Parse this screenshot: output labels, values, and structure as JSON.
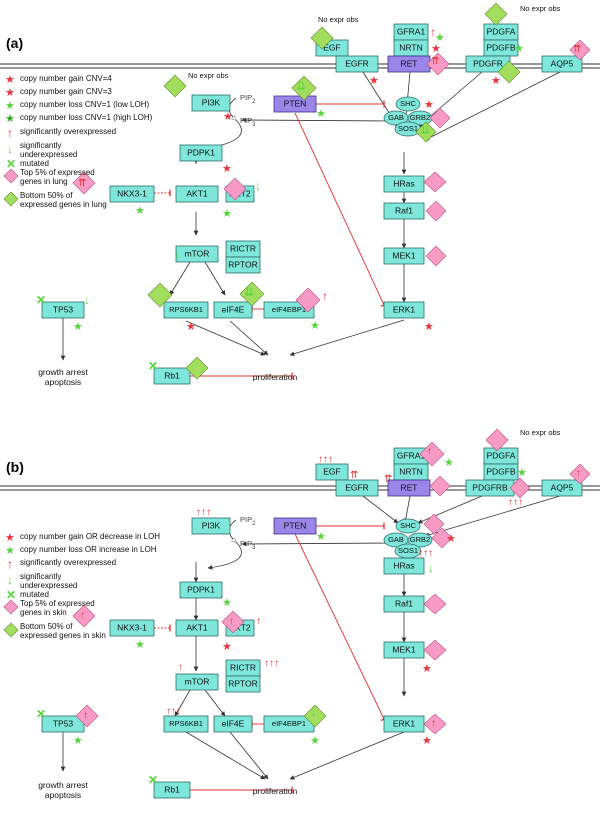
{
  "colors": {
    "node_fill": "#7fe6dc",
    "node_stroke": "#2b6f6a",
    "purple_fill": "#9a86e8",
    "membrane": "#777777",
    "inhibit_red": "#e03030",
    "gain_red": "#e8343c",
    "loss_green": "#57d63c",
    "pink_diamond": "#f79bc4",
    "green_diamond": "#a3dd5d"
  },
  "panels": [
    {
      "label": "(a)",
      "no_expr_left": "No expr obs",
      "no_expr_top_left": "No expr obs",
      "no_expr_top_right": "No expr obs",
      "legend": [
        {
          "icon": "red-star-icon",
          "text": "copy number gain CNV=4"
        },
        {
          "icon": "red-star-icon",
          "text": "copy number gain CNV=3"
        },
        {
          "icon": "green-star-icon",
          "text": "copy number loss CNV=1 (low LOH)"
        },
        {
          "icon": "green-star-dark-icon",
          "text": "copy number loss CNV=1 (high LOH)"
        },
        {
          "icon": "red-up-arrow-icon",
          "text": "significantly overexpressed"
        },
        {
          "icon": "green-down-arrow-icon",
          "text": "significantly underexpressed"
        },
        {
          "icon": "green-x-icon",
          "text": "mutated"
        },
        {
          "icon": "pink-diamond-icon",
          "text": "Top 5% of expressed genes in lung"
        },
        {
          "icon": "green-diamond-icon",
          "text": "Bottom 50% of expressed genes in lung"
        }
      ],
      "nodes": {
        "egf": "EGF",
        "egfr": "EGFR",
        "ret": "RET",
        "gfra1": "GFRA1",
        "nrtn": "NRTN",
        "pdgfa": "PDGFA",
        "pdgfb": "PDGFB",
        "pdgfr": "PDGFR",
        "aqp5": "AQP5",
        "pi3k": "PI3K",
        "pten": "PTEN",
        "pip2": "PIP2",
        "pip3": "PIP3",
        "shc": "SHC",
        "gab": "GAB",
        "grb2": "GRB2",
        "sos1": "SOS1",
        "pdpk1": "PDPK1",
        "hras": "HRas",
        "nkx31": "NKX3-1",
        "akt1": "AKT1",
        "akt2": "AKT2",
        "raf1": "Raf1",
        "mek1": "MEK1",
        "mtor": "mTOR",
        "rictr": "RICTR",
        "rptor": "RPTOR",
        "tp53": "TP53",
        "rps6kb1": "RPS6KB1",
        "eif4e": "eIF4E",
        "eif4ebp1": "eIF4EBP1",
        "erk1": "ERK1",
        "rb1": "Rb1",
        "proliferation": "proliferation",
        "growth_arrest": "growth arrest",
        "apoptosis": "apoptosis"
      }
    },
    {
      "label": "(b)",
      "no_expr_top_right": "No expr obs",
      "legend": [
        {
          "icon": "red-star-icon",
          "text": "copy number gain OR decrease in LOH"
        },
        {
          "icon": "green-star-icon",
          "text": "copy number loss OR increase in LOH"
        },
        {
          "icon": "red-up-arrow-icon",
          "text": "significantly overexpressed"
        },
        {
          "icon": "green-down-arrow-icon",
          "text": "significantly underexpressed"
        },
        {
          "icon": "green-x-icon",
          "text": "mutated"
        },
        {
          "icon": "pink-diamond-icon",
          "text": "Top 5% of expressed genes in skin"
        },
        {
          "icon": "green-diamond-icon",
          "text": "Bottom 50% of expressed genes in skin"
        }
      ],
      "nodes": {
        "egf": "EGF",
        "egfr": "EGFR",
        "ret": "RET",
        "gfra1": "GFRA1",
        "nrtn": "NRTN",
        "pdgfa": "PDGFA",
        "pdgfb": "PDGFB",
        "pdgfr": "PDGFRB",
        "aqp5": "AQP5",
        "pi3k": "PI3K",
        "pten": "PTEN",
        "pip2": "PIP2",
        "pip3": "PIP3",
        "shc": "SHC",
        "gab": "GAB",
        "grb2": "GRB2",
        "sos1": "SOS1",
        "pdpk1": "PDPK1",
        "hras": "HRas",
        "nkx31": "NKX3-1",
        "akt1": "AKT1",
        "akt2": "AKT2",
        "raf1": "Raf1",
        "mek1": "MEK1",
        "mtor": "mTOR",
        "rictr": "RICTR",
        "rptor": "RPTOR",
        "tp53": "TP53",
        "rps6kb1": "RPS6KB1",
        "eif4e": "eIF4E",
        "eif4ebp1": "eIF4EBP1",
        "erk1": "ERK1",
        "rb1": "Rb1",
        "proliferation": "proliferation",
        "growth_arrest": "growth arrest",
        "apoptosis": "apoptosis"
      }
    }
  ]
}
